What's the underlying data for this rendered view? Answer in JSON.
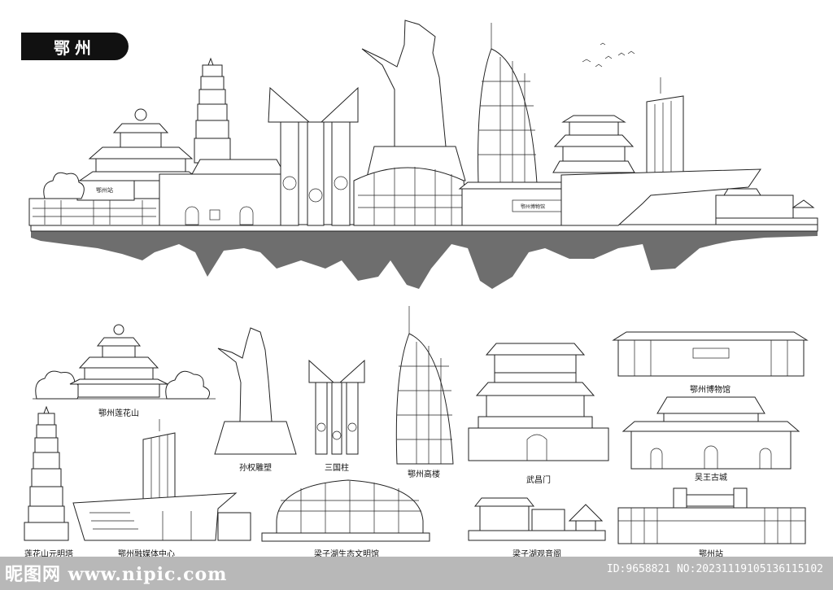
{
  "title": "鄂州",
  "labels": {
    "lianhuashan": "鄂州莲花山",
    "sunquan": "孙权雕塑",
    "sanguozhu": "三国柱",
    "gaolou": "鄂州高楼",
    "wuchangmen": "武昌门",
    "bowuguan": "鄂州博物馆",
    "wuwang": "吴王古城",
    "yuanmingta": "莲花山元明塔",
    "rongmeiti": "鄂州融媒体中心",
    "liangzihu_wenming": "梁子湖生态文明馆",
    "liangzihu_guanyin": "梁子湖观音阁",
    "zhan": "鄂州站"
  },
  "signs": {
    "station_sign": "鄂州站",
    "museum_sign": "鄂州博物馆"
  },
  "watermark": {
    "logo": "昵图网 www.nipic.com",
    "id": "ID:9658821 NO:20231119105136115102"
  }
}
